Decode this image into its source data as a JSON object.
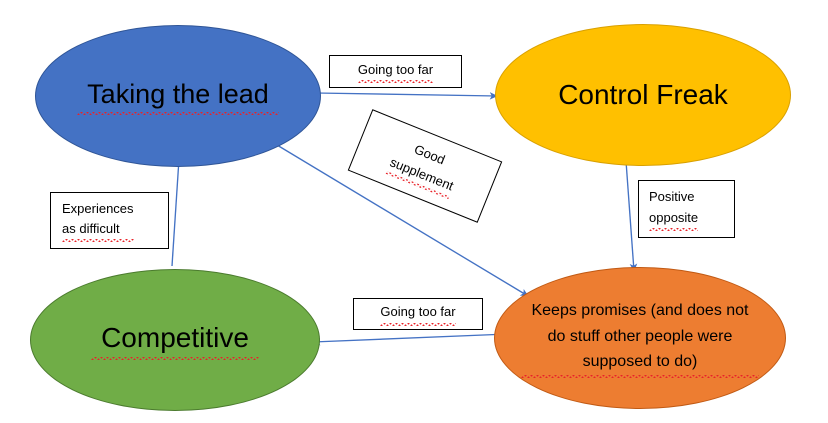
{
  "diagram": {
    "title": "Taking the lead / Control Freak / Competitive behaviour map",
    "background_color": "#FFFFFF",
    "arrow_color": "#4472C4",
    "spellcheck_underline_color": "#E8232A",
    "nodes": [
      {
        "id": "taking-the-lead",
        "label": "Taking the lead",
        "fill_color": "#4472C4",
        "border_color": "#2F5597",
        "shape": "ellipse",
        "spellchecked": true
      },
      {
        "id": "control-freak",
        "label": "Control Freak",
        "fill_color": "#FFC000",
        "border_color": "#D9A000",
        "shape": "ellipse",
        "spellchecked": false
      },
      {
        "id": "competitive",
        "label": "Competitive",
        "fill_color": "#70AD47",
        "border_color": "#4B7B2E",
        "shape": "ellipse",
        "spellchecked": true
      },
      {
        "id": "keeps-promises",
        "label": "Keeps promises (and does not\ndo stuff other people were\nsupposed to do)",
        "fill_color": "#ED7D31",
        "border_color": "#C15A14",
        "shape": "ellipse",
        "spellchecked": true
      }
    ],
    "edge_labels": [
      {
        "id": "going-too-far-top",
        "text": "Going too far",
        "from": "taking-the-lead",
        "to": "control-freak",
        "rotation_deg": 0
      },
      {
        "id": "good-supplement",
        "text": "Good\nsupplement",
        "from": "taking-the-lead",
        "to": "keeps-promises",
        "rotation_deg": 22
      },
      {
        "id": "positive-opposite",
        "text": "Positive\nopposite",
        "from": "control-freak",
        "to": "keeps-promises",
        "rotation_deg": 0
      },
      {
        "id": "going-too-far-bottom",
        "text": "Going too far",
        "from": "keeps-promises",
        "to": "competitive",
        "rotation_deg": 0
      },
      {
        "id": "experiences-as-difficult",
        "text": "Experiences\nas difficult",
        "from": "competitive",
        "to": "taking-the-lead",
        "rotation_deg": 0
      }
    ]
  }
}
